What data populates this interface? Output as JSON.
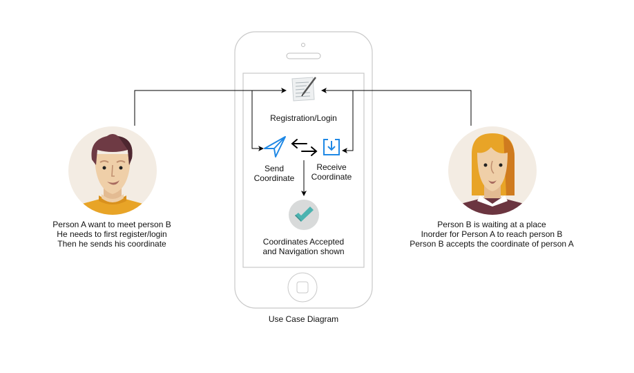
{
  "diagram": {
    "title": "Use Case Diagram",
    "phone": {
      "steps": {
        "registration": {
          "label": "Registration/Login",
          "icon": "registration-form-icon"
        },
        "send": {
          "label_line1": "Send",
          "label_line2": "Coordinate",
          "icon": "paper-plane-icon"
        },
        "receive": {
          "label_line1": "Receive",
          "label_line2": "Coordinate",
          "icon": "download-tray-icon"
        },
        "accepted": {
          "label_line1": "Coordinates Accepted",
          "label_line2": "and Navigation shown",
          "icon": "check-circle-icon"
        }
      }
    },
    "actors": {
      "person_a": {
        "avatar": "male-avatar",
        "lines": [
          "Person A want to meet person B",
          "He needs to first register/login",
          "Then he sends his coordinate"
        ]
      },
      "person_b": {
        "avatar": "female-avatar",
        "lines": [
          "Person B is waiting at a place",
          "Inorder for Person A to reach person B",
          "Person B accepts the coordinate of person A"
        ]
      }
    },
    "colors": {
      "accent_blue": "#1e88e5",
      "check_teal": "#4bb3b0",
      "check_bg": "#d8dada",
      "avatar_bg": "#f3ece3",
      "shirt_a": "#e8a427",
      "shirt_b": "#6b3540",
      "hair_a": "#6e3a44",
      "hair_b": "#e8a427",
      "skin": "#efcfa8"
    }
  }
}
